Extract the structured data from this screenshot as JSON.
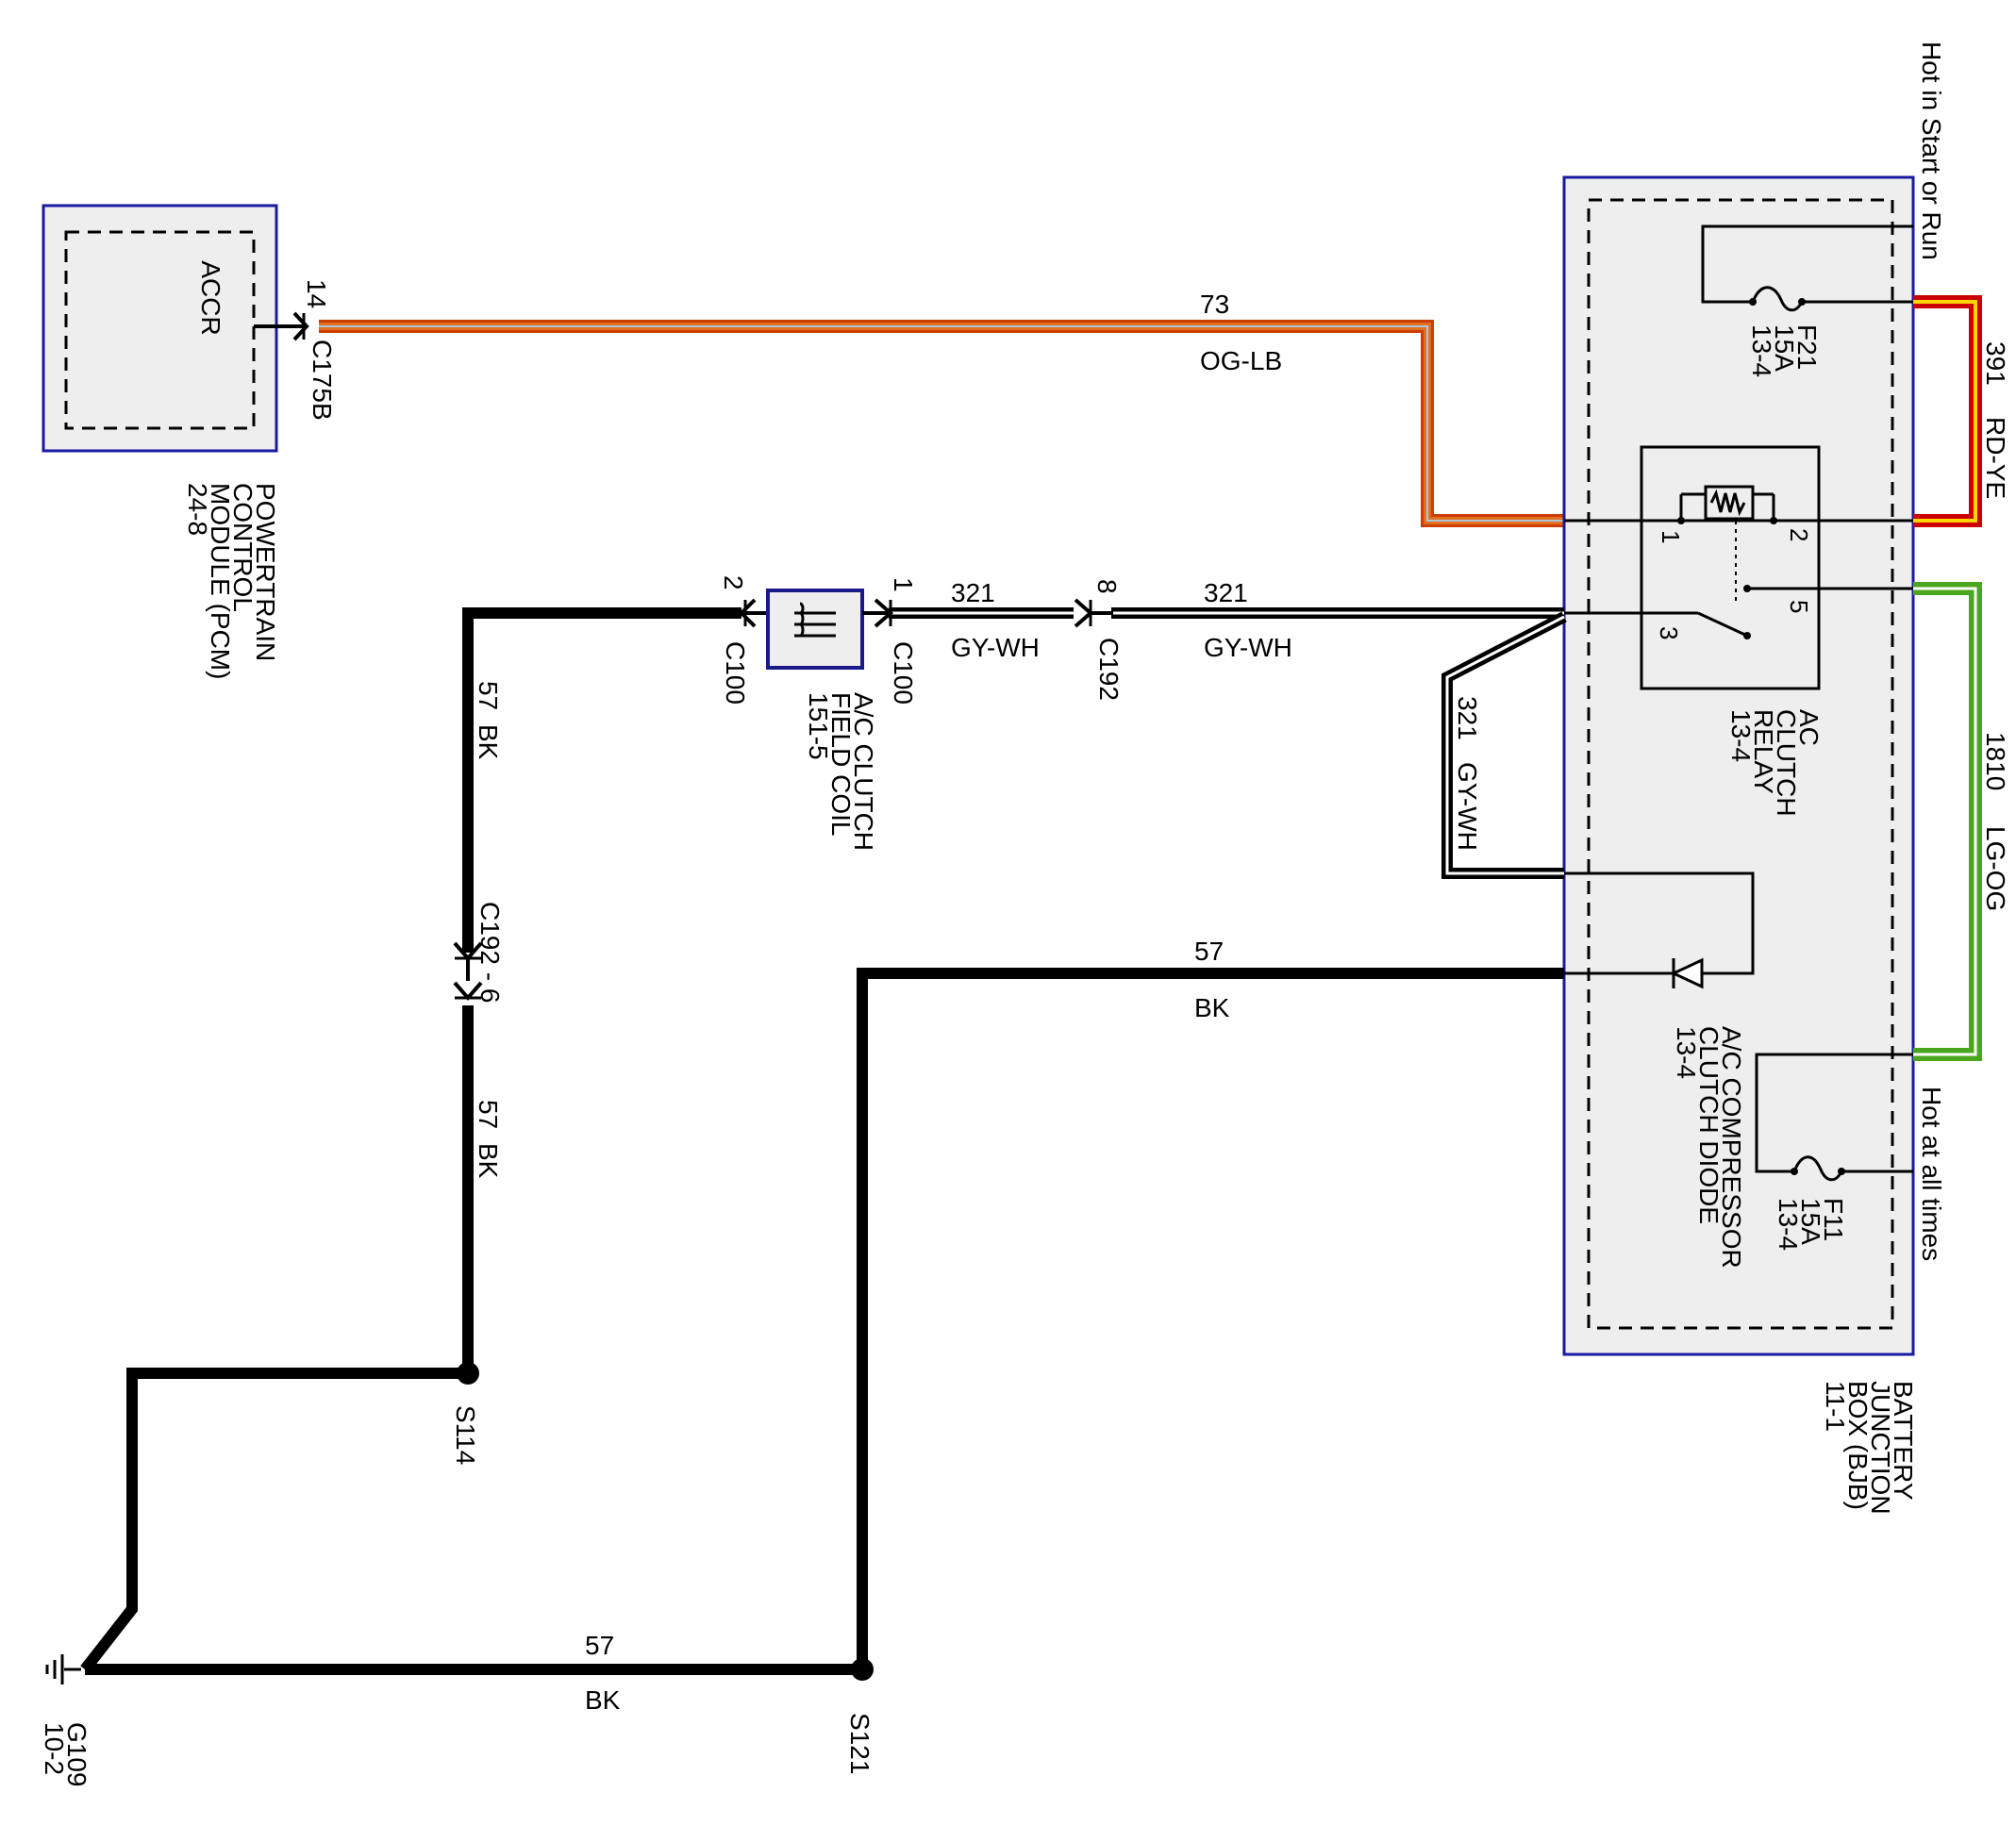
{
  "colors": {
    "og_lb_outer": "#cc3d00",
    "og_lb_inner": "#b0c4de",
    "og_lb_mid": "#e2701f",
    "rd_ye_outer": "#cc0000",
    "rd_ye_inner": "#ffd400",
    "lg_og_outer": "#4aa61c",
    "lg_og_inner": "#ffffff",
    "box_fill": "#eeeeee",
    "box_border": "#1a1aa0",
    "coil_border": "#1a1a8a",
    "wire_black": "#000000"
  },
  "pcm": {
    "inner": "ACCR",
    "name": [
      "POWERTRAIN",
      "CONTROL",
      "MODULE (PCM)",
      "24-8"
    ],
    "pin": "14",
    "connector": "C175B"
  },
  "bjb": {
    "name": [
      "BATTERY",
      "JUNCTION",
      "BOX (BJB)",
      "11-1"
    ],
    "hot_start_run": "Hot in Start or Run",
    "hot_all_times": "Hot at all times",
    "fuse_f21": [
      "F21",
      "15A",
      "13-4"
    ],
    "fuse_f11": [
      "F11",
      "15A",
      "13-4"
    ],
    "relay": [
      "AC",
      "CLUTCH",
      "RELAY",
      "13-4"
    ],
    "relay_pins": {
      "p1": "1",
      "p2": "2",
      "p3": "3",
      "p5": "5"
    },
    "diode": [
      "A/C COMPRESSOR",
      "CLUTCH DIODE",
      "13-4"
    ]
  },
  "coil": {
    "name": [
      "A/C CLUTCH",
      "FIELD COIL",
      "151-5"
    ],
    "pin_left": "2",
    "conn_left": "C100",
    "pin_right": "1",
    "conn_right": "C100"
  },
  "wires": {
    "w73_num": "73",
    "w73_color": "OG-LB",
    "w391": "391",
    "w391_color": "RD-YE",
    "w1810": "1810",
    "w1810_color": "LG-OG",
    "w321a_num": "321",
    "w321a_color": "GY-WH",
    "w321b_num": "321",
    "w321b_color": "GY-WH",
    "w321c_num": "321",
    "w321c_color": "GY-WH",
    "c192_pin": "8",
    "c192": "C192",
    "w57_left_top_num": "57",
    "w57_left_top_color": "BK",
    "c192_6": "C192 - 6",
    "w57_left_bot_num": "57",
    "w57_left_bot_color": "BK",
    "w57_mid_num": "57",
    "w57_mid_color": "BK",
    "w57_bot_num": "57",
    "w57_bot_color": "BK"
  },
  "splices": {
    "s114": "S114",
    "s121": "S121"
  },
  "ground": {
    "name": "G109",
    "ref": "10-2"
  }
}
